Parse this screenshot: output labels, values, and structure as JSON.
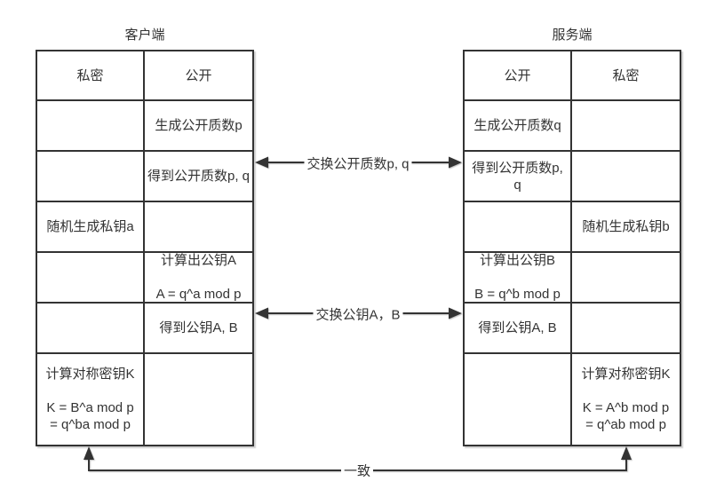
{
  "colors": {
    "line": "#333333",
    "text": "#333333",
    "background": "#ffffff"
  },
  "client": {
    "title": "客户端",
    "header": {
      "private": "私密",
      "public": "公开"
    },
    "rows": [
      {
        "private": "",
        "public": "生成公开质数p"
      },
      {
        "private": "",
        "public": "得到公开质数p, q"
      },
      {
        "private": "随机生成私钥a",
        "public": ""
      },
      {
        "private": "",
        "public": "计算出公钥A\n\nA = q^a mod p"
      },
      {
        "private": "",
        "public": "得到公钥A, B"
      },
      {
        "private": "计算对称密钥K\n\nK = B^a mod p\n= q^ba mod p",
        "public": ""
      }
    ]
  },
  "server": {
    "title": "服务端",
    "header": {
      "public": "公开",
      "private": "私密"
    },
    "rows": [
      {
        "public": "生成公开质数q",
        "private": ""
      },
      {
        "public": "得到公开质数p, q",
        "private": ""
      },
      {
        "public": "",
        "private": "随机生成私钥b"
      },
      {
        "public": "计算出公钥B\n\nB = q^b mod p",
        "private": ""
      },
      {
        "public": "得到公钥A, B",
        "private": ""
      },
      {
        "public": "",
        "private": "计算对称密钥K\n\nK = A^b mod p\n= q^ab mod p"
      }
    ]
  },
  "connectors": {
    "exchange_primes_label": "交换公开质数p, q",
    "exchange_keys_label": "交换公钥A，B",
    "match_label": "一致"
  }
}
